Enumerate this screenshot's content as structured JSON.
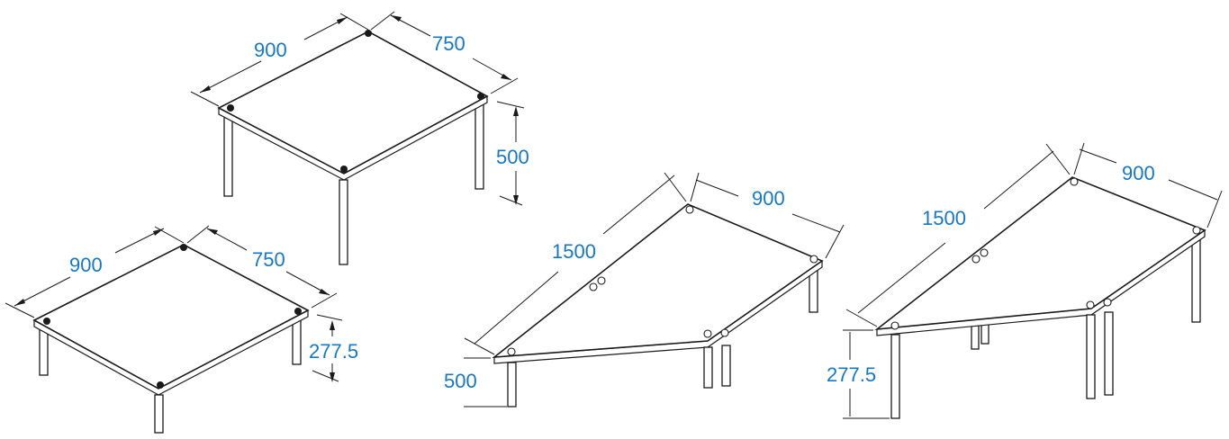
{
  "colors": {
    "dimension_text": "#1778c0",
    "ink": "#1a1a1a"
  },
  "tables": {
    "square_tall": {
      "width": "900",
      "depth": "750",
      "height": "500"
    },
    "square_low": {
      "width": "900",
      "depth": "750",
      "height": "277.5"
    },
    "trapezoid_tall": {
      "long_side": "1500",
      "short_side": "900",
      "height": "500"
    },
    "trapezoid_low": {
      "long_side": "1500",
      "short_side": "900",
      "height": "277.5"
    }
  }
}
